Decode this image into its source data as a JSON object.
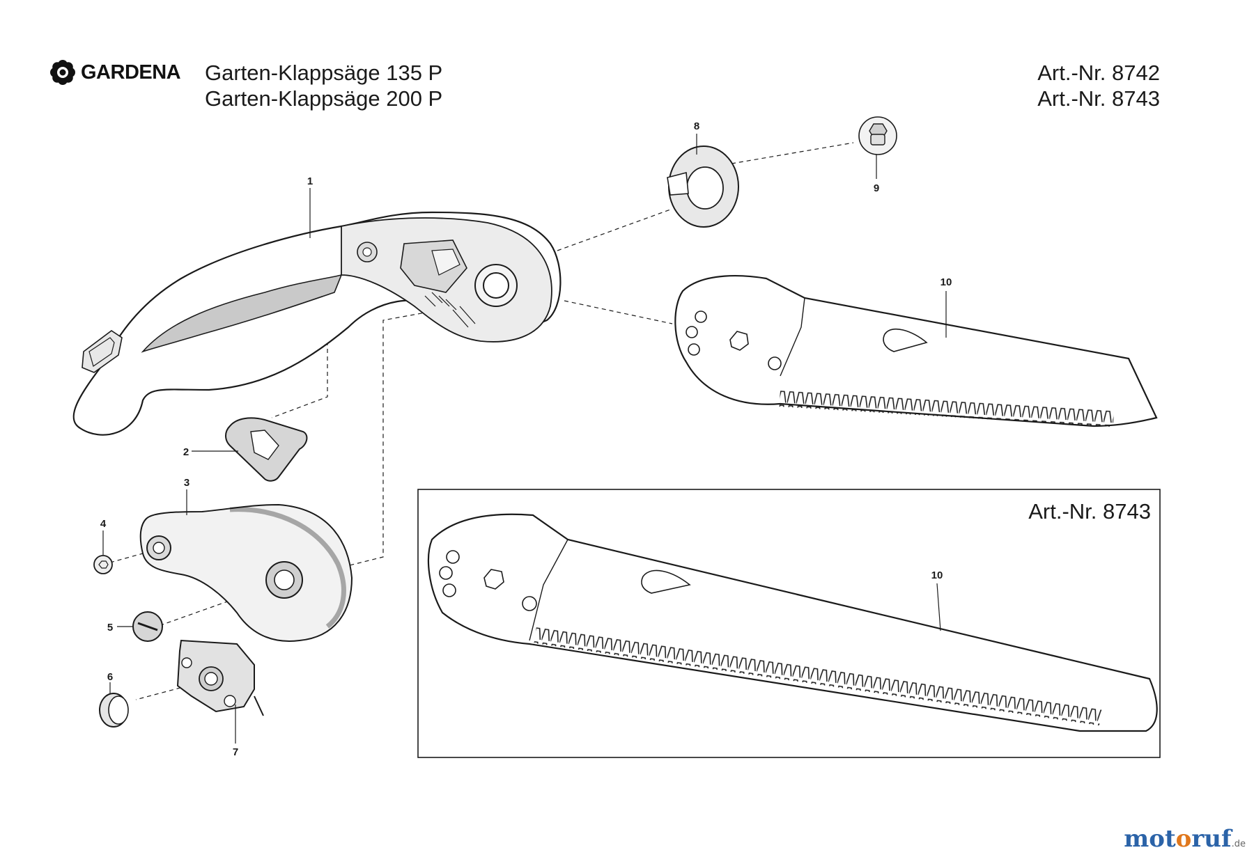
{
  "header": {
    "brand": "GARDENA",
    "product_lines": [
      "Garten-Klappsäge 135 P",
      "Garten-Klappsäge 200 P"
    ],
    "article_numbers": [
      "Art.-Nr. 8742",
      "Art.-Nr. 8743"
    ]
  },
  "inset": {
    "title": "Art.-Nr. 8743"
  },
  "part_callouts": [
    "1",
    "2",
    "3",
    "4",
    "5",
    "6",
    "7",
    "8",
    "9",
    "10",
    "10"
  ],
  "watermark": {
    "part1": "mot",
    "part2": "o",
    "part3": "ruf",
    "part4": ".de"
  },
  "colors": {
    "line": "#1a1a1a",
    "grey": "#bdbdbd",
    "brand_blue": "#2b63a8",
    "brand_orange": "#e0771c"
  },
  "icons": {
    "brand_logo": "gardena-flower-logo"
  }
}
